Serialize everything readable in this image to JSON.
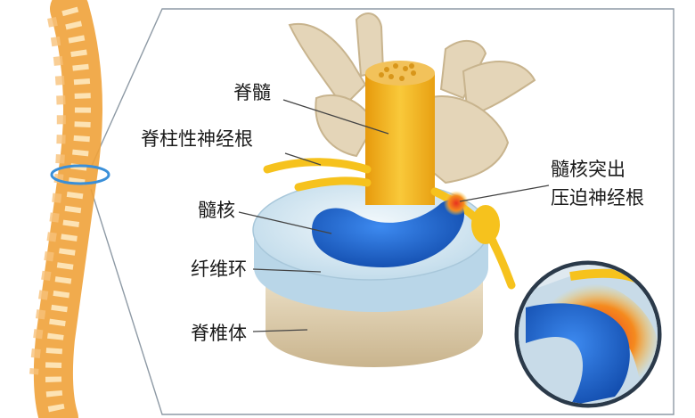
{
  "labels": {
    "spinal_cord": "脊髓",
    "spinal_nerve_root": "脊柱性神经根",
    "nucleus": "髓核",
    "annulus": "纤维环",
    "vertebral_body": "脊椎体",
    "herniation_line1": "髓核突出",
    "herniation_line2": "压迫神经根"
  },
  "colors": {
    "bone": "#e4d5b8",
    "bone_shadow": "#c8b48e",
    "spinal_cord": "#f4b51a",
    "nucleus": "#1a5fc8",
    "disc": "#d9ecf6",
    "compression": "#e8321e",
    "frame_line": "#8e9aa5",
    "spine_orange": "#f0a23a"
  }
}
